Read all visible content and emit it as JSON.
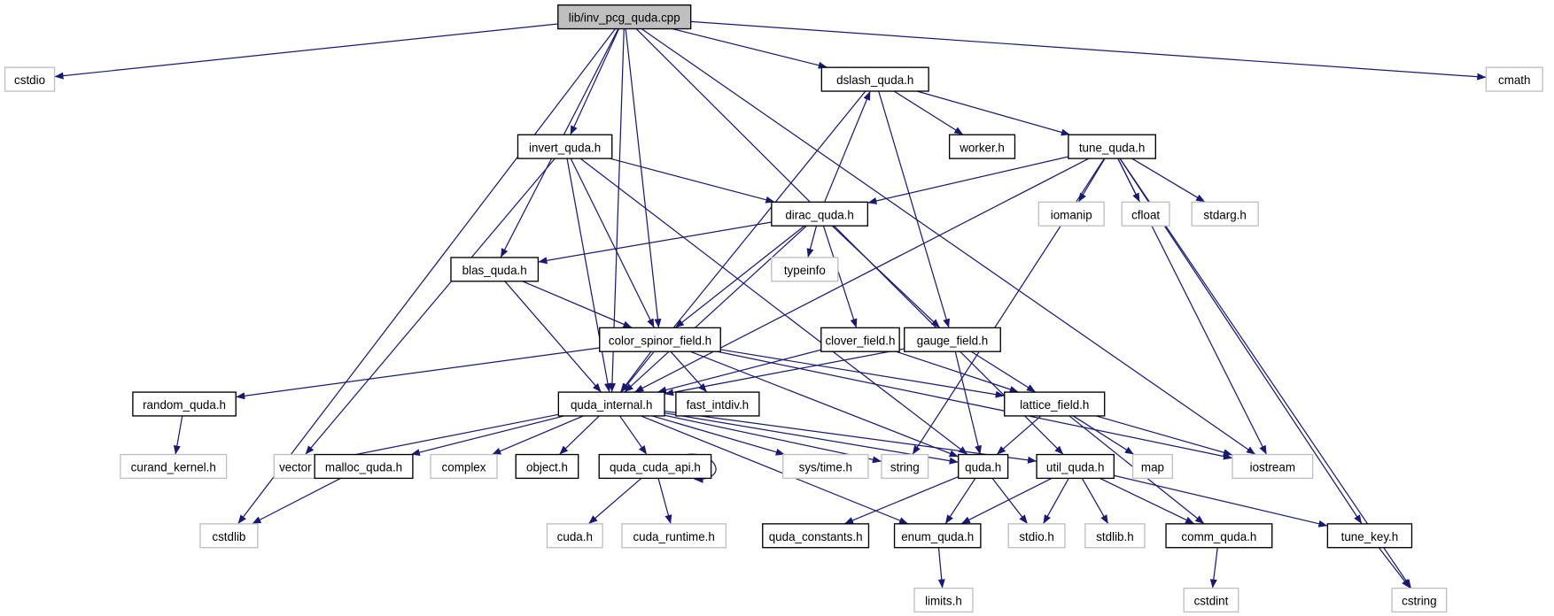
{
  "graph": {
    "type": "include-dependency-graph",
    "edge_color": "#191970",
    "root_fill": "#bfbfbf",
    "external_border": "#bfbfbf",
    "nodes": [
      {
        "id": "root",
        "label": "lib/inv_pcg_quda.cpp",
        "kind": "root"
      },
      {
        "id": "cstdio",
        "label": "cstdio",
        "kind": "ext"
      },
      {
        "id": "cmath",
        "label": "cmath",
        "kind": "ext"
      },
      {
        "id": "dslash",
        "label": "dslash_quda.h",
        "kind": "doc"
      },
      {
        "id": "invert",
        "label": "invert_quda.h",
        "kind": "doc"
      },
      {
        "id": "worker",
        "label": "worker.h",
        "kind": "doc"
      },
      {
        "id": "tune",
        "label": "tune_quda.h",
        "kind": "doc"
      },
      {
        "id": "dirac",
        "label": "dirac_quda.h",
        "kind": "doc"
      },
      {
        "id": "iomanip",
        "label": "iomanip",
        "kind": "ext"
      },
      {
        "id": "cfloat",
        "label": "cfloat",
        "kind": "ext"
      },
      {
        "id": "stdarg",
        "label": "stdarg.h",
        "kind": "ext"
      },
      {
        "id": "blas",
        "label": "blas_quda.h",
        "kind": "doc"
      },
      {
        "id": "typeinfo",
        "label": "typeinfo",
        "kind": "ext"
      },
      {
        "id": "csf",
        "label": "color_spinor_field.h",
        "kind": "doc"
      },
      {
        "id": "clover",
        "label": "clover_field.h",
        "kind": "doc"
      },
      {
        "id": "gauge",
        "label": "gauge_field.h",
        "kind": "doc"
      },
      {
        "id": "random",
        "label": "random_quda.h",
        "kind": "doc"
      },
      {
        "id": "internal",
        "label": "quda_internal.h",
        "kind": "doc"
      },
      {
        "id": "fastdiv",
        "label": "fast_intdiv.h",
        "kind": "doc"
      },
      {
        "id": "lattice",
        "label": "lattice_field.h",
        "kind": "doc"
      },
      {
        "id": "curand",
        "label": "curand_kernel.h",
        "kind": "ext"
      },
      {
        "id": "vector",
        "label": "vector",
        "kind": "ext"
      },
      {
        "id": "malloc",
        "label": "malloc_quda.h",
        "kind": "doc"
      },
      {
        "id": "complex",
        "label": "complex",
        "kind": "ext"
      },
      {
        "id": "object",
        "label": "object.h",
        "kind": "doc"
      },
      {
        "id": "cudaapi",
        "label": "quda_cuda_api.h",
        "kind": "doc"
      },
      {
        "id": "systime",
        "label": "sys/time.h",
        "kind": "ext"
      },
      {
        "id": "string",
        "label": "string",
        "kind": "ext"
      },
      {
        "id": "qudah",
        "label": "quda.h",
        "kind": "doc"
      },
      {
        "id": "util",
        "label": "util_quda.h",
        "kind": "doc"
      },
      {
        "id": "map",
        "label": "map",
        "kind": "ext"
      },
      {
        "id": "iostream",
        "label": "iostream",
        "kind": "ext"
      },
      {
        "id": "cstdlib",
        "label": "cstdlib",
        "kind": "ext"
      },
      {
        "id": "cudah",
        "label": "cuda.h",
        "kind": "ext"
      },
      {
        "id": "cudart",
        "label": "cuda_runtime.h",
        "kind": "ext"
      },
      {
        "id": "constants",
        "label": "quda_constants.h",
        "kind": "doc"
      },
      {
        "id": "enum",
        "label": "enum_quda.h",
        "kind": "doc"
      },
      {
        "id": "stdioh",
        "label": "stdio.h",
        "kind": "ext"
      },
      {
        "id": "stdlibh",
        "label": "stdlib.h",
        "kind": "ext"
      },
      {
        "id": "comm",
        "label": "comm_quda.h",
        "kind": "doc"
      },
      {
        "id": "tunekey",
        "label": "tune_key.h",
        "kind": "doc"
      },
      {
        "id": "limits",
        "label": "limits.h",
        "kind": "ext"
      },
      {
        "id": "cstdint",
        "label": "cstdint",
        "kind": "ext"
      },
      {
        "id": "cstring",
        "label": "cstring",
        "kind": "ext"
      }
    ],
    "edges": [
      [
        "root",
        "cstdio"
      ],
      [
        "root",
        "cstdlib"
      ],
      [
        "root",
        "internal"
      ],
      [
        "root",
        "blas"
      ],
      [
        "root",
        "invert"
      ],
      [
        "root",
        "csf"
      ],
      [
        "root",
        "dslash"
      ],
      [
        "root",
        "util"
      ],
      [
        "root",
        "iostream"
      ],
      [
        "root",
        "cmath"
      ],
      [
        "invert",
        "dirac"
      ],
      [
        "invert",
        "csf"
      ],
      [
        "invert",
        "qudah"
      ],
      [
        "invert",
        "vector"
      ],
      [
        "invert",
        "internal"
      ],
      [
        "dslash",
        "internal"
      ],
      [
        "dslash",
        "worker"
      ],
      [
        "dslash",
        "tune"
      ],
      [
        "dslash",
        "gauge"
      ],
      [
        "dirac",
        "dslash"
      ],
      [
        "dirac",
        "blas"
      ],
      [
        "dirac",
        "typeinfo"
      ],
      [
        "dirac",
        "csf"
      ],
      [
        "dirac",
        "clover"
      ],
      [
        "dirac",
        "gauge"
      ],
      [
        "dirac",
        "internal"
      ],
      [
        "tune",
        "dirac"
      ],
      [
        "tune",
        "iomanip"
      ],
      [
        "tune",
        "cfloat"
      ],
      [
        "tune",
        "stdarg"
      ],
      [
        "tune",
        "internal"
      ],
      [
        "tune",
        "string"
      ],
      [
        "tune",
        "iostream"
      ],
      [
        "tune",
        "tunekey"
      ],
      [
        "tune",
        "cstring"
      ],
      [
        "blas",
        "csf"
      ],
      [
        "blas",
        "internal"
      ],
      [
        "csf",
        "random"
      ],
      [
        "csf",
        "internal"
      ],
      [
        "csf",
        "fastdiv"
      ],
      [
        "csf",
        "lattice"
      ],
      [
        "csf",
        "qudah"
      ],
      [
        "csf",
        "iostream"
      ],
      [
        "clover",
        "internal"
      ],
      [
        "clover",
        "lattice"
      ],
      [
        "gauge",
        "internal"
      ],
      [
        "gauge",
        "lattice"
      ],
      [
        "gauge",
        "qudah"
      ],
      [
        "random",
        "curand"
      ],
      [
        "internal",
        "vector"
      ],
      [
        "internal",
        "malloc"
      ],
      [
        "internal",
        "complex"
      ],
      [
        "internal",
        "object"
      ],
      [
        "internal",
        "cudaapi"
      ],
      [
        "internal",
        "systime"
      ],
      [
        "internal",
        "string"
      ],
      [
        "internal",
        "qudah"
      ],
      [
        "internal",
        "util"
      ],
      [
        "internal",
        "enum"
      ],
      [
        "lattice",
        "qudah"
      ],
      [
        "lattice",
        "map"
      ],
      [
        "lattice",
        "iostream"
      ],
      [
        "lattice",
        "comm"
      ],
      [
        "malloc",
        "cstdlib"
      ],
      [
        "cudaapi",
        "cudah"
      ],
      [
        "cudaapi",
        "cudart"
      ],
      [
        "cudaapi",
        "cudaapi"
      ],
      [
        "qudah",
        "constants"
      ],
      [
        "qudah",
        "enum"
      ],
      [
        "qudah",
        "stdioh"
      ],
      [
        "util",
        "enum"
      ],
      [
        "util",
        "stdioh"
      ],
      [
        "util",
        "stdlibh"
      ],
      [
        "util",
        "comm"
      ],
      [
        "util",
        "tunekey"
      ],
      [
        "enum",
        "limits"
      ],
      [
        "comm",
        "cstdint"
      ],
      [
        "tunekey",
        "cstring"
      ]
    ]
  }
}
